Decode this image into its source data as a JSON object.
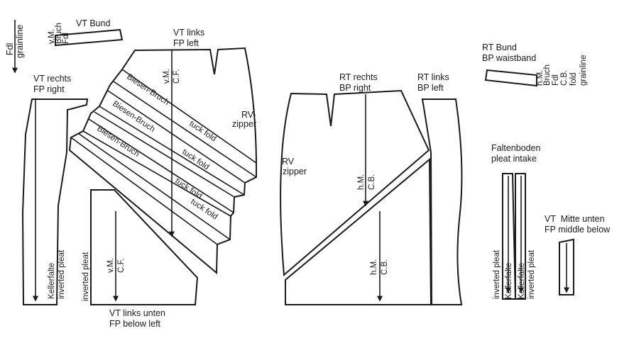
{
  "grainline": {
    "abbr": "Fdl",
    "label": "grainline"
  },
  "vt_bund": {
    "title": "VT Bund",
    "marks": [
      "v.M.",
      "Bruch",
      "Fdl"
    ]
  },
  "vt_links": {
    "title": "VT links",
    "subtitle": "FP left",
    "center": [
      "v.M.",
      "C.F."
    ],
    "zipper": [
      "RV-",
      "zipper"
    ],
    "tucks": [
      "Biesen-Bruch",
      "Biesen-Bruch",
      "Biesen-Bruch",
      "tuck fold",
      "tuck fold",
      "tuck fold",
      "tuck fold"
    ]
  },
  "vt_rechts": {
    "title": "VT rechts",
    "subtitle": "FP right",
    "pleat": [
      "Kellerfalte",
      "inverted pleat"
    ]
  },
  "vt_links_unten": {
    "title": "VT links unten",
    "subtitle": "FP below left",
    "pleat": "inverted pleat",
    "center": [
      "v.M.",
      "C.F."
    ]
  },
  "rt_rechts": {
    "title": "RT rechts",
    "subtitle": "BP right",
    "zipper": [
      "RV",
      "zipper"
    ],
    "center": [
      "h.M.",
      "C.B."
    ],
    "center_lower": [
      "h.M.",
      "C.B."
    ]
  },
  "rt_links": {
    "title": "RT links",
    "subtitle": "BP left"
  },
  "rt_bund": {
    "title": "RT Bund",
    "subtitle": "BP waistband",
    "marks": [
      "h.M.",
      "Bruch",
      "Fdl",
      "C.B.",
      "fold",
      "grainline"
    ]
  },
  "faltenboden": {
    "title": "Faltenboden",
    "subtitle": "pleat intake",
    "labels": [
      "inverted pleat",
      "Kellerfalte",
      "Kellerfalte",
      "inverted pleat"
    ]
  },
  "vt_mitte_unten": {
    "title": "VT  Mitte unten",
    "subtitle": "FP middle below"
  }
}
